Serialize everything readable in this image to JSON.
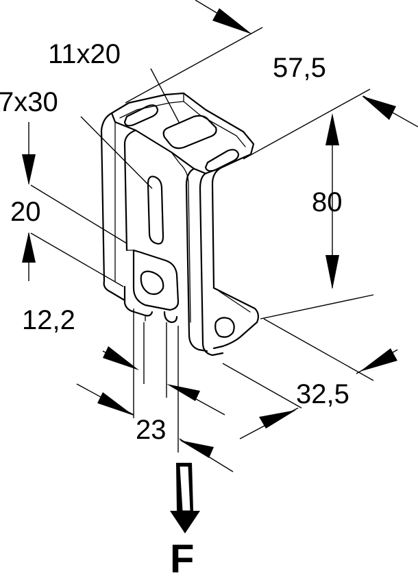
{
  "labels": {
    "slot_top": "11x20",
    "slot_side": "7x30",
    "depth": "57,5",
    "height": "80",
    "side_offset": "20",
    "lip": "12,2",
    "base": "23",
    "width": "32,5",
    "force": "F"
  }
}
